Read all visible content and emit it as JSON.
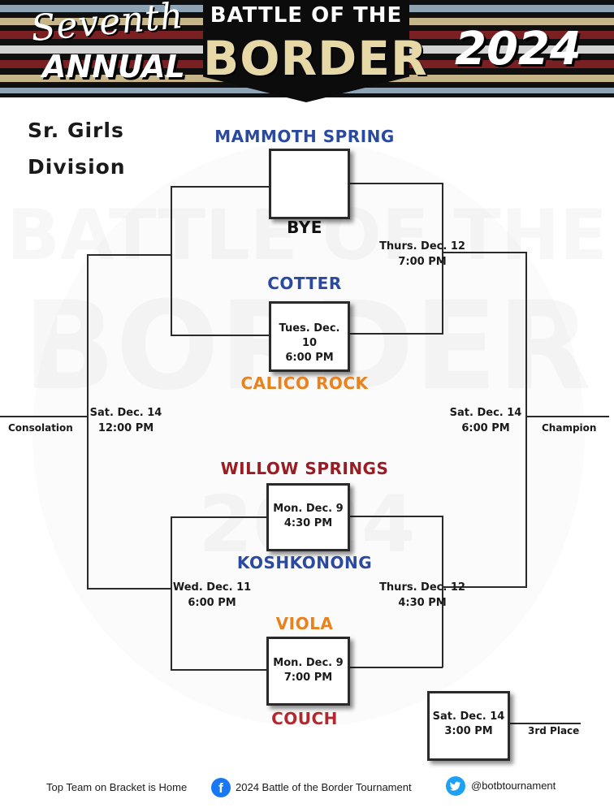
{
  "header": {
    "edition_line1": "Seventh",
    "edition_line2": "ANNUAL",
    "logo_top": "BATTLE OF THE",
    "logo_main": "BORDER",
    "year": "2024",
    "stripe_colors": [
      "#8ea3b4",
      "#c6b588",
      "#7a1f22",
      "#d3d3d3"
    ]
  },
  "division": {
    "line1": "Sr. Girls",
    "line2": "Division"
  },
  "teams": {
    "mammoth_spring": {
      "name": "MAMMOTH SPRING",
      "color": "#2a4aa0"
    },
    "bye": {
      "name": "BYE",
      "color": "#111111"
    },
    "cotter": {
      "name": "COTTER",
      "color": "#2a4aa0"
    },
    "calico_rock": {
      "name": "CALICO ROCK",
      "color": "#e8821e"
    },
    "willow_springs": {
      "name": "WILLOW SPRINGS",
      "color": "#9b1c22"
    },
    "koshkonong": {
      "name": "KOSHKONONG",
      "color": "#2a4aa0"
    },
    "viola": {
      "name": "VIOLA",
      "color": "#e8821e"
    },
    "couch": {
      "name": "COUCH",
      "color": "#b5272d"
    }
  },
  "games": {
    "cotter_calico": {
      "day": "Tues. Dec. 10",
      "time": "6:00 PM"
    },
    "willow_kosh": {
      "day": "Mon. Dec. 9",
      "time": "4:30 PM"
    },
    "viola_couch": {
      "day": "Mon. Dec. 9",
      "time": "7:00 PM"
    },
    "third_place": {
      "day": "Sat. Dec. 14",
      "time": "3:00 PM"
    },
    "semi_top": {
      "day": "Thurs. Dec. 12",
      "time": "7:00 PM"
    },
    "semi_bottom": {
      "day": "Thurs. Dec. 12",
      "time": "4:30 PM"
    },
    "consolation_semi": {
      "day": "Wed. Dec. 11",
      "time": "6:00 PM"
    },
    "consolation_final": {
      "day": "Sat. Dec. 14",
      "time": "12:00 PM"
    },
    "championship": {
      "day": "Sat. Dec. 14",
      "time": "6:00 PM"
    }
  },
  "labels": {
    "consolation": "Consolation",
    "champion": "Champion",
    "third_place": "3rd Place"
  },
  "footer": {
    "home_note": "Top Team on Bracket is Home",
    "facebook_icon": "facebook-icon",
    "facebook_page": "2024 Battle of the Border Tournament",
    "twitter_icon": "twitter-icon",
    "twitter_handle": "@botbtournament"
  }
}
